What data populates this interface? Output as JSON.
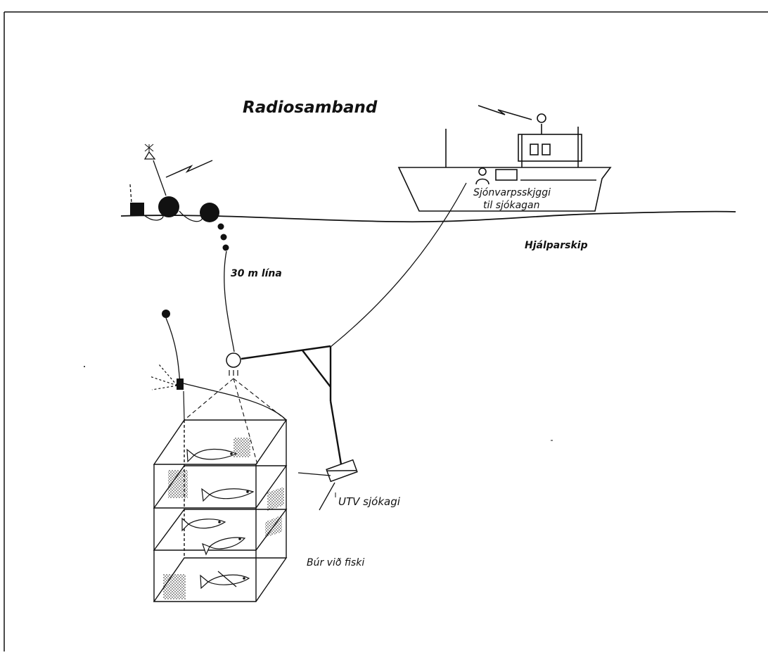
{
  "labels": {
    "title": "Radiosamband",
    "screen_line1": "Sjónvarpsskjggi",
    "screen_line2": "til sjókagan",
    "ship": "Hjálparskip",
    "line": "30 m lína",
    "camera": "UTV sjókagi",
    "cage": "Búr við fiski"
  },
  "colors": {
    "ink": "#111111",
    "hatch": "#666666",
    "background": "#ffffff"
  }
}
